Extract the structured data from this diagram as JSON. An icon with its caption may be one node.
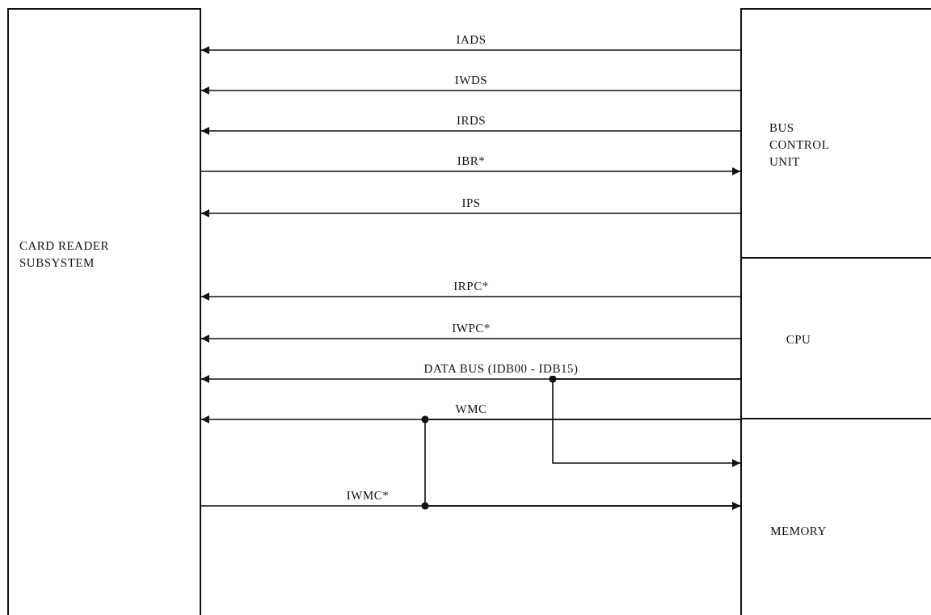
{
  "diagram": {
    "nodes": [
      {
        "text": [
          "CARD READER SUBSYSTEM"
        ]
      },
      {
        "text": [
          "BUS CONTROL UNIT"
        ]
      },
      {
        "text": [
          "CPU"
        ]
      },
      {
        "text": [
          "MEMORY"
        ]
      }
    ],
    "edges": [
      {
        "from": 1,
        "to": 0,
        "arrow": "to",
        "label": "IADS"
      },
      {
        "from": 1,
        "to": 0,
        "arrow": "to",
        "label": "IWDS"
      },
      {
        "from": 1,
        "to": 0,
        "arrow": "to",
        "label": "IRDS"
      },
      {
        "from": 0,
        "to": 1,
        "arrow": "to",
        "label": "IBR*"
      },
      {
        "from": 1,
        "to": 0,
        "arrow": "to",
        "label": "IPS"
      },
      {
        "from": 2,
        "to": 0,
        "arrow": "to",
        "label": "IRPC*"
      },
      {
        "from": 2,
        "to": 0,
        "arrow": "to",
        "label": "IWPC*"
      },
      {
        "from": 2,
        "to": 0,
        "arrow": "to",
        "label": "DATA BUS (IDB00 - IDB15)"
      },
      {
        "from": 2,
        "to": 3,
        "arrow": "to"
      },
      {
        "from": 2,
        "to": 0,
        "arrow": "to",
        "label": "WMC"
      },
      {
        "from": 0,
        "to": 3,
        "arrow": "to",
        "label": "IWMC*"
      },
      {
        "from": 2,
        "to": 3,
        "arrow": "to"
      }
    ]
  }
}
